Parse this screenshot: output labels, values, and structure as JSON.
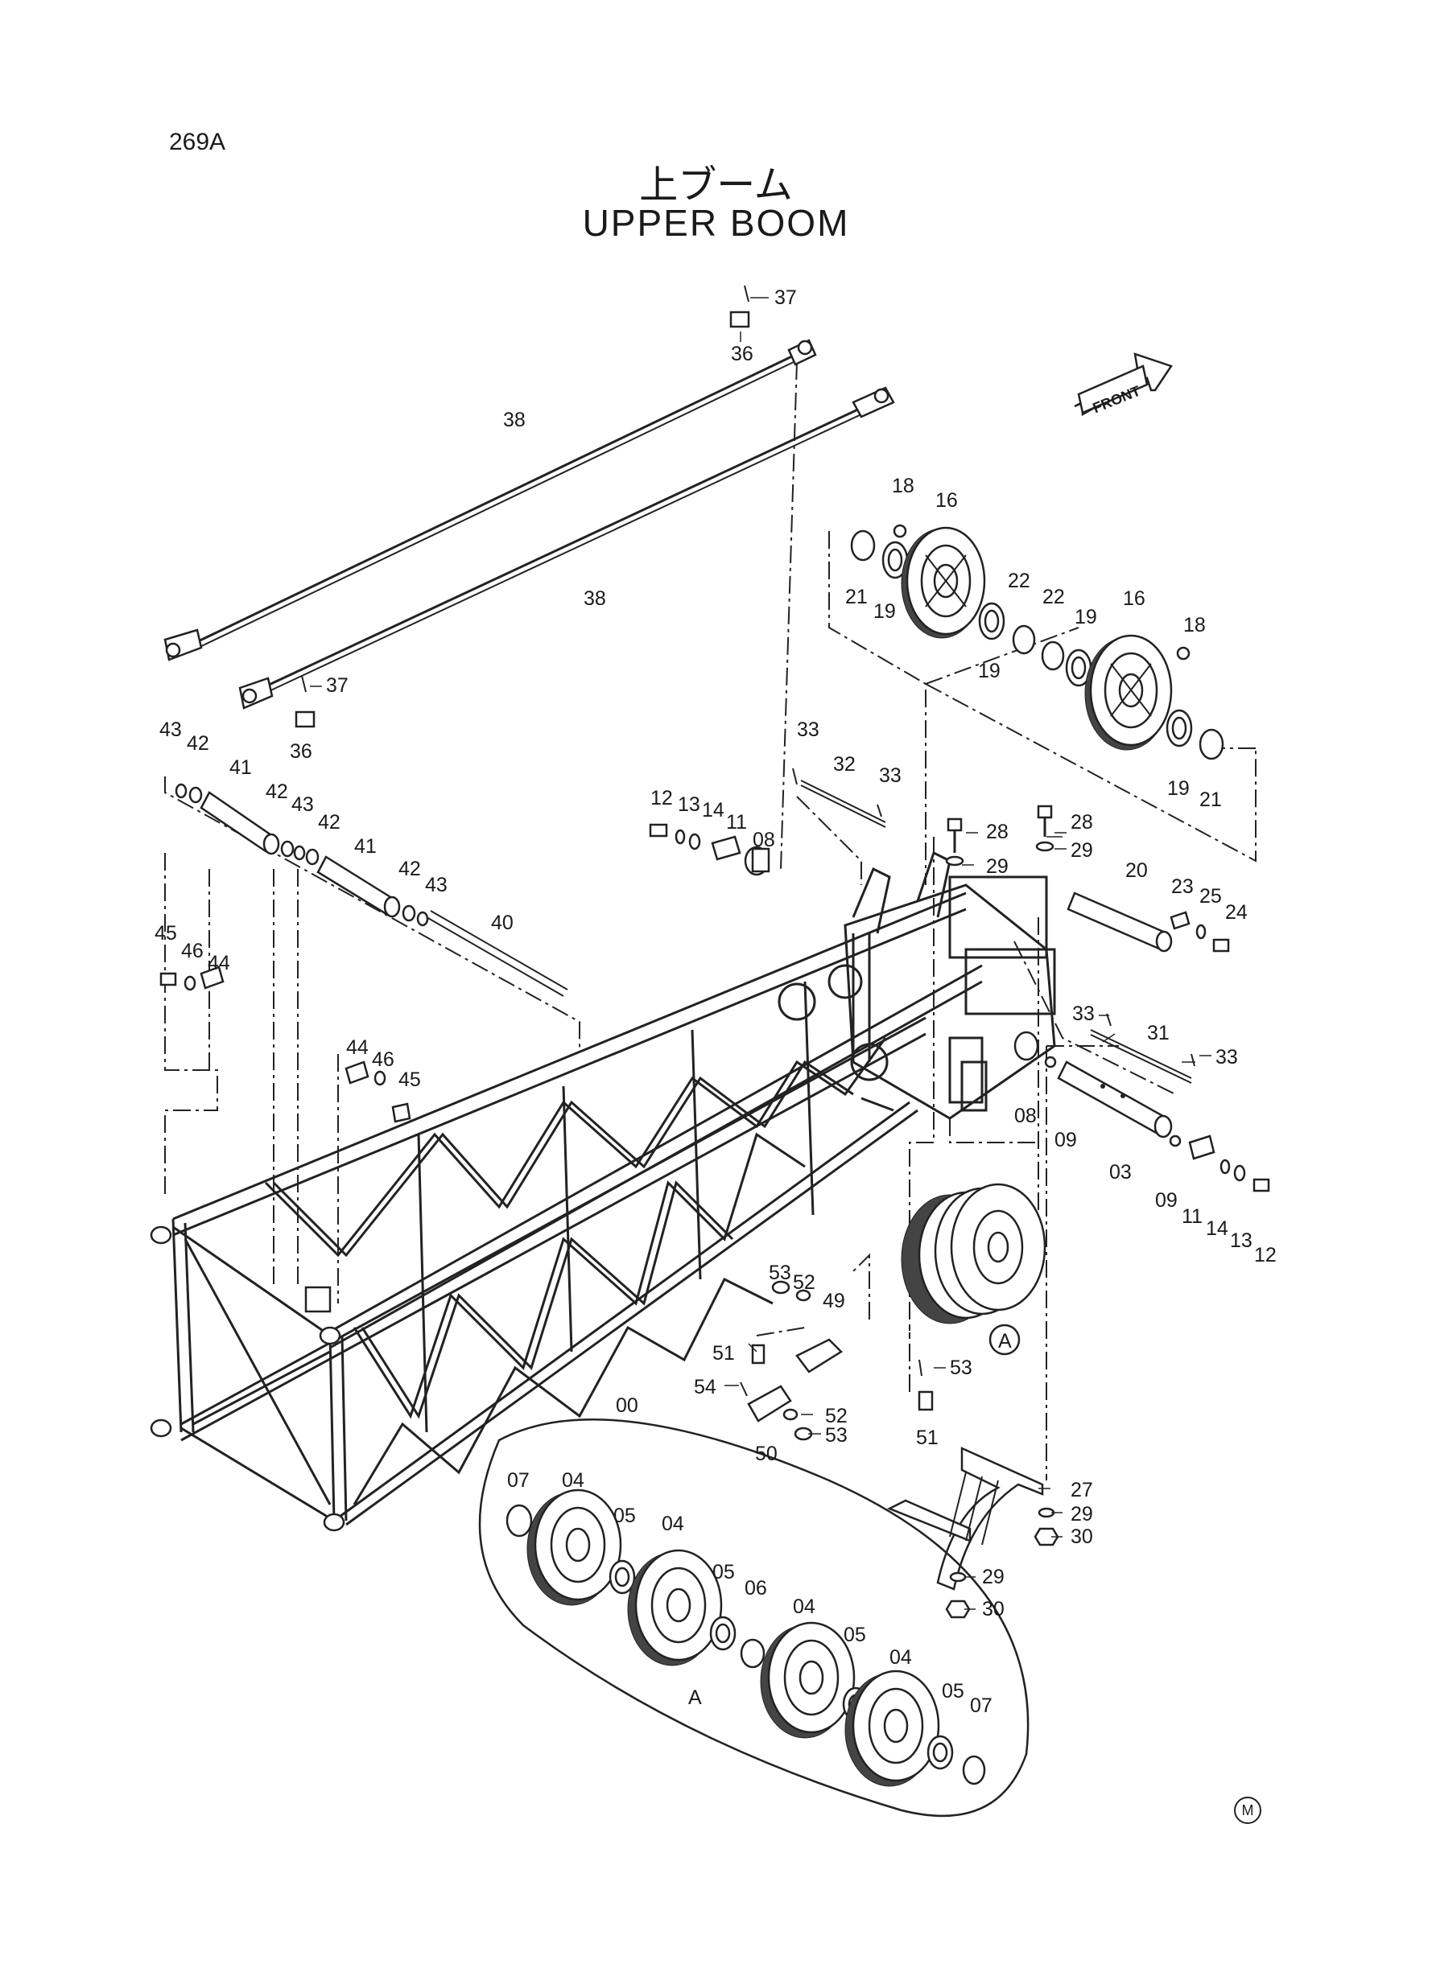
{
  "page_code": "269A",
  "title_jp": "上ブーム",
  "title_en": "UPPER BOOM",
  "front_label": "FRONT",
  "mark": "M",
  "detail_ref": "A",
  "callouts": [
    {
      "id": "c37a",
      "label": "37"
    },
    {
      "id": "c36a",
      "label": "36"
    },
    {
      "id": "c38a",
      "label": "38"
    },
    {
      "id": "c38b",
      "label": "38"
    },
    {
      "id": "c37b",
      "label": "37"
    },
    {
      "id": "c36b",
      "label": "36"
    },
    {
      "id": "c18a",
      "label": "18"
    },
    {
      "id": "c16a",
      "label": "16"
    },
    {
      "id": "c21a",
      "label": "21"
    },
    {
      "id": "c19a",
      "label": "19"
    },
    {
      "id": "c22a",
      "label": "22"
    },
    {
      "id": "c22b",
      "label": "22"
    },
    {
      "id": "c19b",
      "label": "19"
    },
    {
      "id": "c19c",
      "label": "19"
    },
    {
      "id": "c16b",
      "label": "16"
    },
    {
      "id": "c18b",
      "label": "18"
    },
    {
      "id": "c19d",
      "label": "19"
    },
    {
      "id": "c21b",
      "label": "21"
    },
    {
      "id": "c33a",
      "label": "33"
    },
    {
      "id": "c32",
      "label": "32"
    },
    {
      "id": "c33b",
      "label": "33"
    },
    {
      "id": "c12a",
      "label": "12"
    },
    {
      "id": "c13a",
      "label": "13"
    },
    {
      "id": "c14a",
      "label": "14"
    },
    {
      "id": "c11a",
      "label": "11"
    },
    {
      "id": "c08a",
      "label": "08"
    },
    {
      "id": "c28a",
      "label": "28"
    },
    {
      "id": "c28b",
      "label": "28"
    },
    {
      "id": "c29a",
      "label": "29"
    },
    {
      "id": "c29b",
      "label": "29"
    },
    {
      "id": "c20",
      "label": "20"
    },
    {
      "id": "c23",
      "label": "23"
    },
    {
      "id": "c25",
      "label": "25"
    },
    {
      "id": "c24",
      "label": "24"
    },
    {
      "id": "c43a",
      "label": "43"
    },
    {
      "id": "c42a",
      "label": "42"
    },
    {
      "id": "c41a",
      "label": "41"
    },
    {
      "id": "c42b",
      "label": "42"
    },
    {
      "id": "c43b",
      "label": "43"
    },
    {
      "id": "c42c",
      "label": "42"
    },
    {
      "id": "c41b",
      "label": "41"
    },
    {
      "id": "c42d",
      "label": "42"
    },
    {
      "id": "c43c",
      "label": "43"
    },
    {
      "id": "c40",
      "label": "40"
    },
    {
      "id": "c45a",
      "label": "45"
    },
    {
      "id": "c46a",
      "label": "46"
    },
    {
      "id": "c44a",
      "label": "44"
    },
    {
      "id": "c44b",
      "label": "44"
    },
    {
      "id": "c46b",
      "label": "46"
    },
    {
      "id": "c45b",
      "label": "45"
    },
    {
      "id": "c33c",
      "label": "33"
    },
    {
      "id": "c31",
      "label": "31"
    },
    {
      "id": "c33d",
      "label": "33"
    },
    {
      "id": "c08b",
      "label": "08"
    },
    {
      "id": "c09a",
      "label": "09"
    },
    {
      "id": "c03",
      "label": "03"
    },
    {
      "id": "c09b",
      "label": "09"
    },
    {
      "id": "c11b",
      "label": "11"
    },
    {
      "id": "c14b",
      "label": "14"
    },
    {
      "id": "c13b",
      "label": "13"
    },
    {
      "id": "c12b",
      "label": "12"
    },
    {
      "id": "c53a",
      "label": "53"
    },
    {
      "id": "c52a",
      "label": "52"
    },
    {
      "id": "c49",
      "label": "49"
    },
    {
      "id": "c51a",
      "label": "51"
    },
    {
      "id": "c54",
      "label": "54"
    },
    {
      "id": "c52b",
      "label": "52"
    },
    {
      "id": "c50",
      "label": "50"
    },
    {
      "id": "c53b",
      "label": "53"
    },
    {
      "id": "c53c",
      "label": "53"
    },
    {
      "id": "c51b",
      "label": "51"
    },
    {
      "id": "c00",
      "label": "00"
    },
    {
      "id": "c27",
      "label": "27"
    },
    {
      "id": "c29c",
      "label": "29"
    },
    {
      "id": "c30a",
      "label": "30"
    },
    {
      "id": "c29d",
      "label": "29"
    },
    {
      "id": "c30b",
      "label": "30"
    },
    {
      "id": "c07a",
      "label": "07"
    },
    {
      "id": "c04a",
      "label": "04"
    },
    {
      "id": "c05a",
      "label": "05"
    },
    {
      "id": "c04b",
      "label": "04"
    },
    {
      "id": "c05b",
      "label": "05"
    },
    {
      "id": "c06",
      "label": "06"
    },
    {
      "id": "c04c",
      "label": "04"
    },
    {
      "id": "c05c",
      "label": "05"
    },
    {
      "id": "c04d",
      "label": "04"
    },
    {
      "id": "c05d",
      "label": "05"
    },
    {
      "id": "c07b",
      "label": "07"
    },
    {
      "id": "cA",
      "label": "A"
    }
  ]
}
